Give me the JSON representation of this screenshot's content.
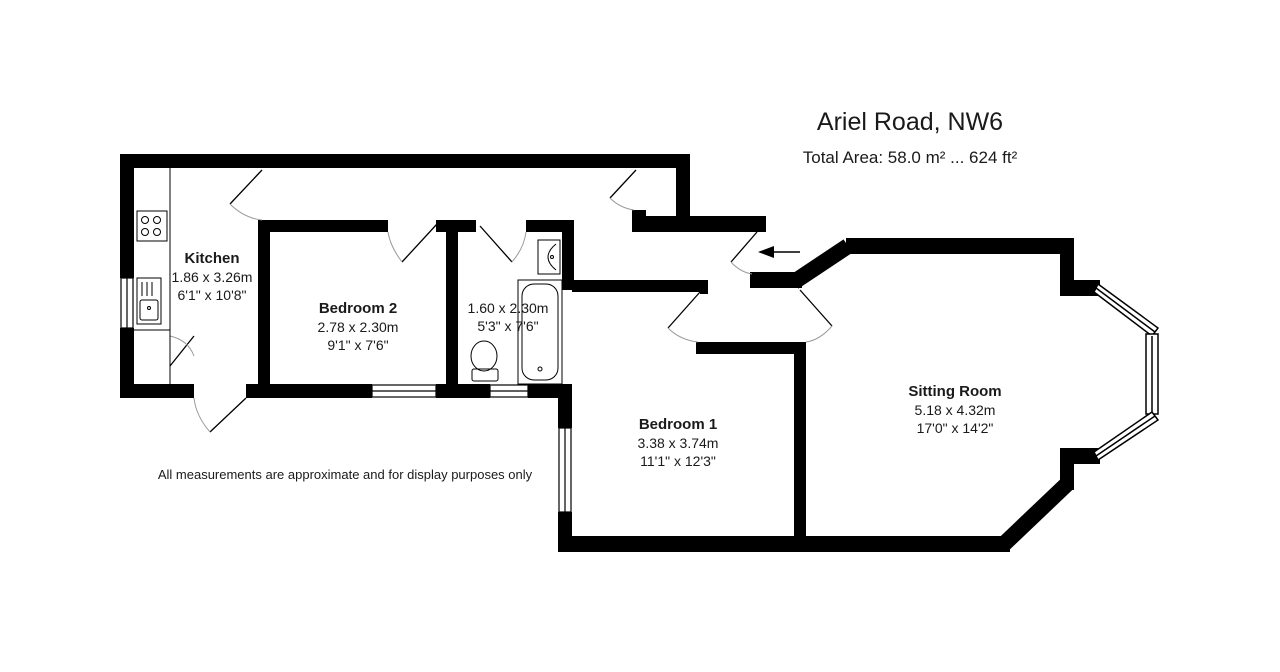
{
  "header": {
    "title": "Ariel Road, NW6",
    "total_area": "Total Area: 58.0 m² ... 624 ft²"
  },
  "disclaimer": "All measurements are approximate and for display purposes only",
  "rooms": [
    {
      "name": "Kitchen",
      "metric": "1.86 x 3.26m",
      "imperial": "6'1\" x 10'8\""
    },
    {
      "name": "Bedroom 2",
      "metric": "2.78 x 2.30m",
      "imperial": "9'1\" x 7'6\""
    },
    {
      "name": "",
      "metric": "1.60 x 2.30m",
      "imperial": "5'3\" x 7'6\""
    },
    {
      "name": "Bedroom 1",
      "metric": "3.38 x 3.74m",
      "imperial": "11'1\" x 12'3\""
    },
    {
      "name": "Sitting Room",
      "metric": "5.18 x 4.32m",
      "imperial": "17'0\" x 14'2\""
    }
  ],
  "icons": {
    "entrance": "entrance-arrow-icon",
    "hob": "hob-icon",
    "sink": "sink-icon",
    "basin": "basin-icon",
    "bath": "bath-icon",
    "toilet": "toilet-icon"
  },
  "colors": {
    "wall": "#000000",
    "background": "#ffffff",
    "door_arc": "#9a9a9a"
  }
}
